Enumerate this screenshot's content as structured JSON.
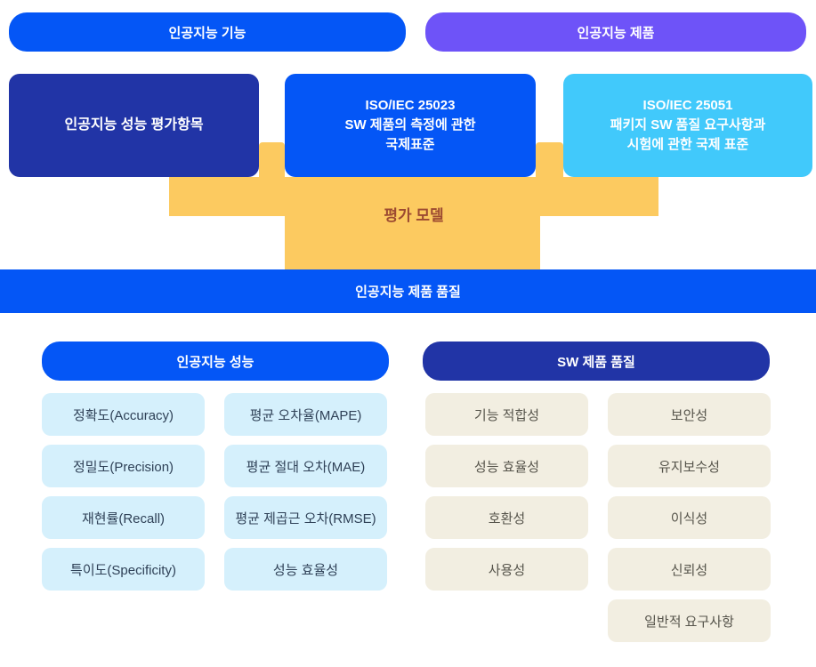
{
  "colors": {
    "blue": "#0456f6",
    "purple": "#6e53f8",
    "navy": "#2134a6",
    "cyan": "#41c9fb",
    "yellow": "#fcca60",
    "funnelText": "#9c4a31",
    "cardBlue": "#d5f0fc",
    "cardBlueText": "#2f4157",
    "beige": "#f2eee1",
    "beigeText": "#56544b"
  },
  "top_buttons": [
    {
      "label": "인공지능 기능"
    },
    {
      "label": "인공지능 제품"
    }
  ],
  "standard_boxes": [
    {
      "lines": [
        "인공지능 성능 평가항목"
      ]
    },
    {
      "lines": [
        "ISO/IEC 25023",
        "SW 제품의 측정에 관한",
        "국제표준"
      ]
    },
    {
      "lines": [
        "ISO/IEC 25051",
        "패키지 SW 품질 요구사항과",
        "시험에 관한 국제 표준"
      ]
    }
  ],
  "funnel": {
    "label": "평가 모델"
  },
  "banner": {
    "label": "인공지능 제품 품질"
  },
  "left_panel": {
    "header": "인공지능 성능",
    "items": [
      "정확도(Accuracy)",
      "평균 오차율(MAPE)",
      "정밀도(Precision)",
      "평균 절대 오차(MAE)",
      "재현률(Recall)",
      "평균 제곱근 오차(RMSE)",
      "특이도(Specificity)",
      "성능 효율성"
    ]
  },
  "right_panel": {
    "header": "SW 제품 품질",
    "items": [
      "기능 적합성",
      "보안성",
      "성능 효율성",
      "유지보수성",
      "호환성",
      "이식성",
      "사용성",
      "신뢰성",
      "일반적 요구사항"
    ]
  }
}
